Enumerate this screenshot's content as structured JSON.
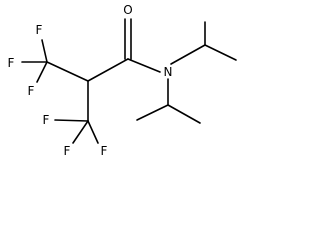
{
  "molecule": {
    "atoms": {
      "f_top_1": "F",
      "f_top_2": "F",
      "f_top_3": "F",
      "f_bottom_1": "F",
      "f_bottom_2": "F",
      "f_bottom_3": "F",
      "carbonyl_oxygen": "O",
      "amide_nitrogen": "N"
    },
    "colors": {
      "bond": "#000000",
      "label": "#000000",
      "background": "#ffffff"
    }
  }
}
